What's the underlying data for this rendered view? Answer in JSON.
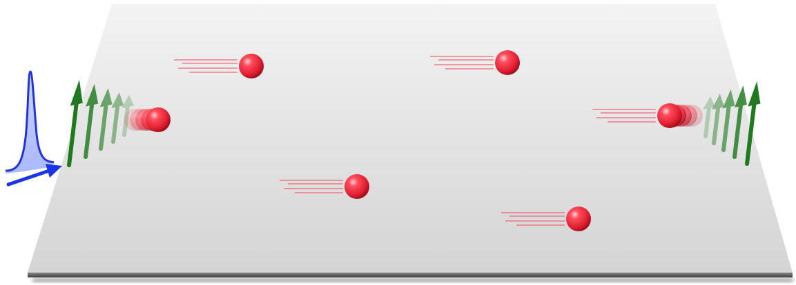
{
  "scene": {
    "surface_colors": {
      "near": "#d6d6d6",
      "far": "#f2f2f2",
      "edge": "#6e6e6e"
    },
    "particle": {
      "color": "#e8263a",
      "highlight": "#ffb3bb",
      "shade": "#a30e1e",
      "trail_color": "#f05a68"
    },
    "spin_arrow": {
      "color": "#1f7a1f",
      "count_per_stack": 5
    },
    "pulse": {
      "line_color": "#2233dd",
      "fill_color": "#a9b8ff",
      "arrow_color": "#1a35e6"
    },
    "particles_in_flight": 5,
    "stacks": [
      {
        "id": "left",
        "orientation": "up",
        "faded_copies": 3
      },
      {
        "id": "right",
        "orientation": "up",
        "faded_copies": 3
      }
    ]
  }
}
